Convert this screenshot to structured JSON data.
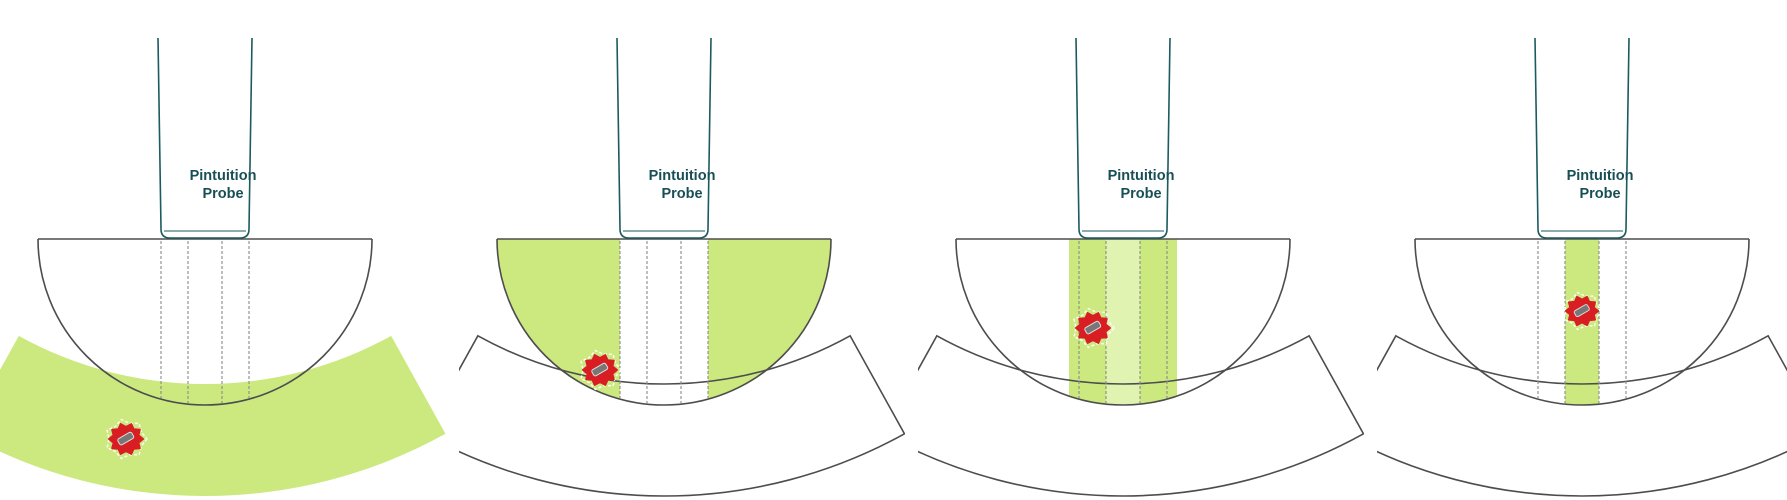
{
  "colors": {
    "zone": "#cce980",
    "zone_light": "#e1f3b0",
    "outline": "#4d4d4d",
    "probe_outline": "#1b5a60",
    "label": "#174f55",
    "blob": "#d81e22",
    "blob_halo": "#ffffff",
    "device": "#777777",
    "dashed": "#8a8a8a"
  },
  "panels": [
    {
      "probe_label_line1": "Pintuition",
      "probe_label_line2": "Probe",
      "highlight": "outer_ring",
      "target": "outer"
    },
    {
      "probe_label_line1": "Pintuition",
      "probe_label_line2": "Probe",
      "highlight": "side_wings",
      "target": "bowl_left"
    },
    {
      "probe_label_line1": "Pintuition",
      "probe_label_line2": "Probe",
      "highlight": "wide_column",
      "target": "column_left"
    },
    {
      "probe_label_line1": "Pintuition",
      "probe_label_line2": "Probe",
      "highlight": "narrow_column",
      "target": "column_center"
    }
  ]
}
